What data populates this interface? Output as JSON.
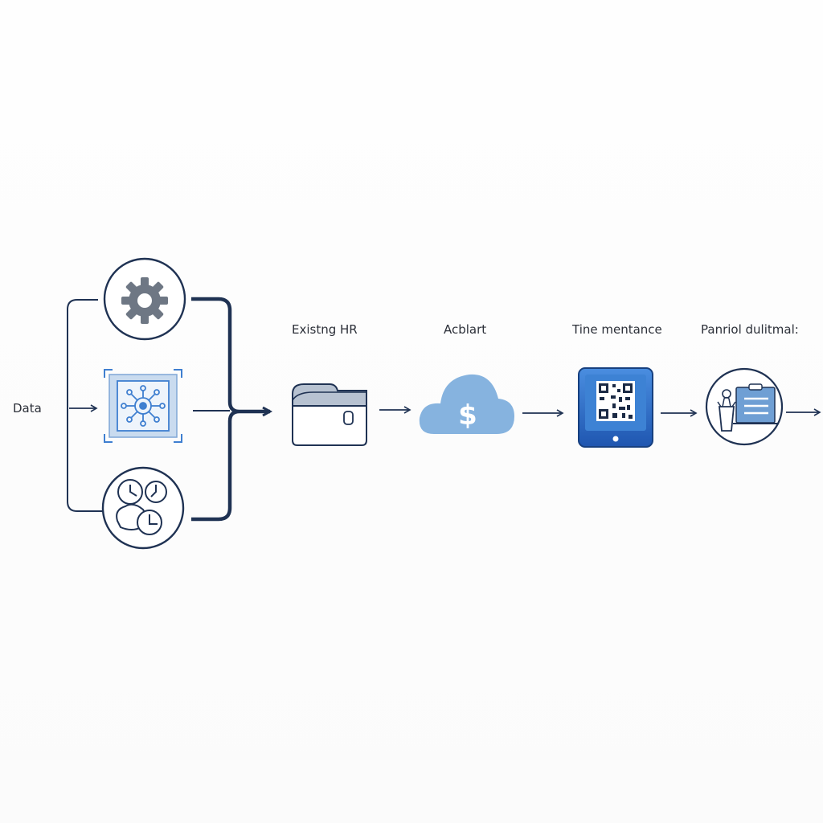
{
  "diagram": {
    "input_label": "Data",
    "stages": [
      {
        "label": "Existng HR",
        "icon": "folder-icon"
      },
      {
        "label": "Acblart",
        "icon": "cloud-dollar-icon"
      },
      {
        "label": "Tine mentance",
        "icon": "qr-tablet-icon"
      },
      {
        "label": "Panriol dulitmal:",
        "icon": "person-clipboard-icon"
      }
    ],
    "inputs": [
      {
        "icon": "gear-icon"
      },
      {
        "icon": "network-chip-icon"
      },
      {
        "icon": "clocks-icon"
      }
    ],
    "colors": {
      "line": "#1f3253",
      "icon_gray": "#6e7784",
      "accent_blue": "#3f7fd0",
      "light_blue": "#7fb0e0",
      "cloud": "#86b3df",
      "tablet": "#2e6cc6"
    }
  }
}
